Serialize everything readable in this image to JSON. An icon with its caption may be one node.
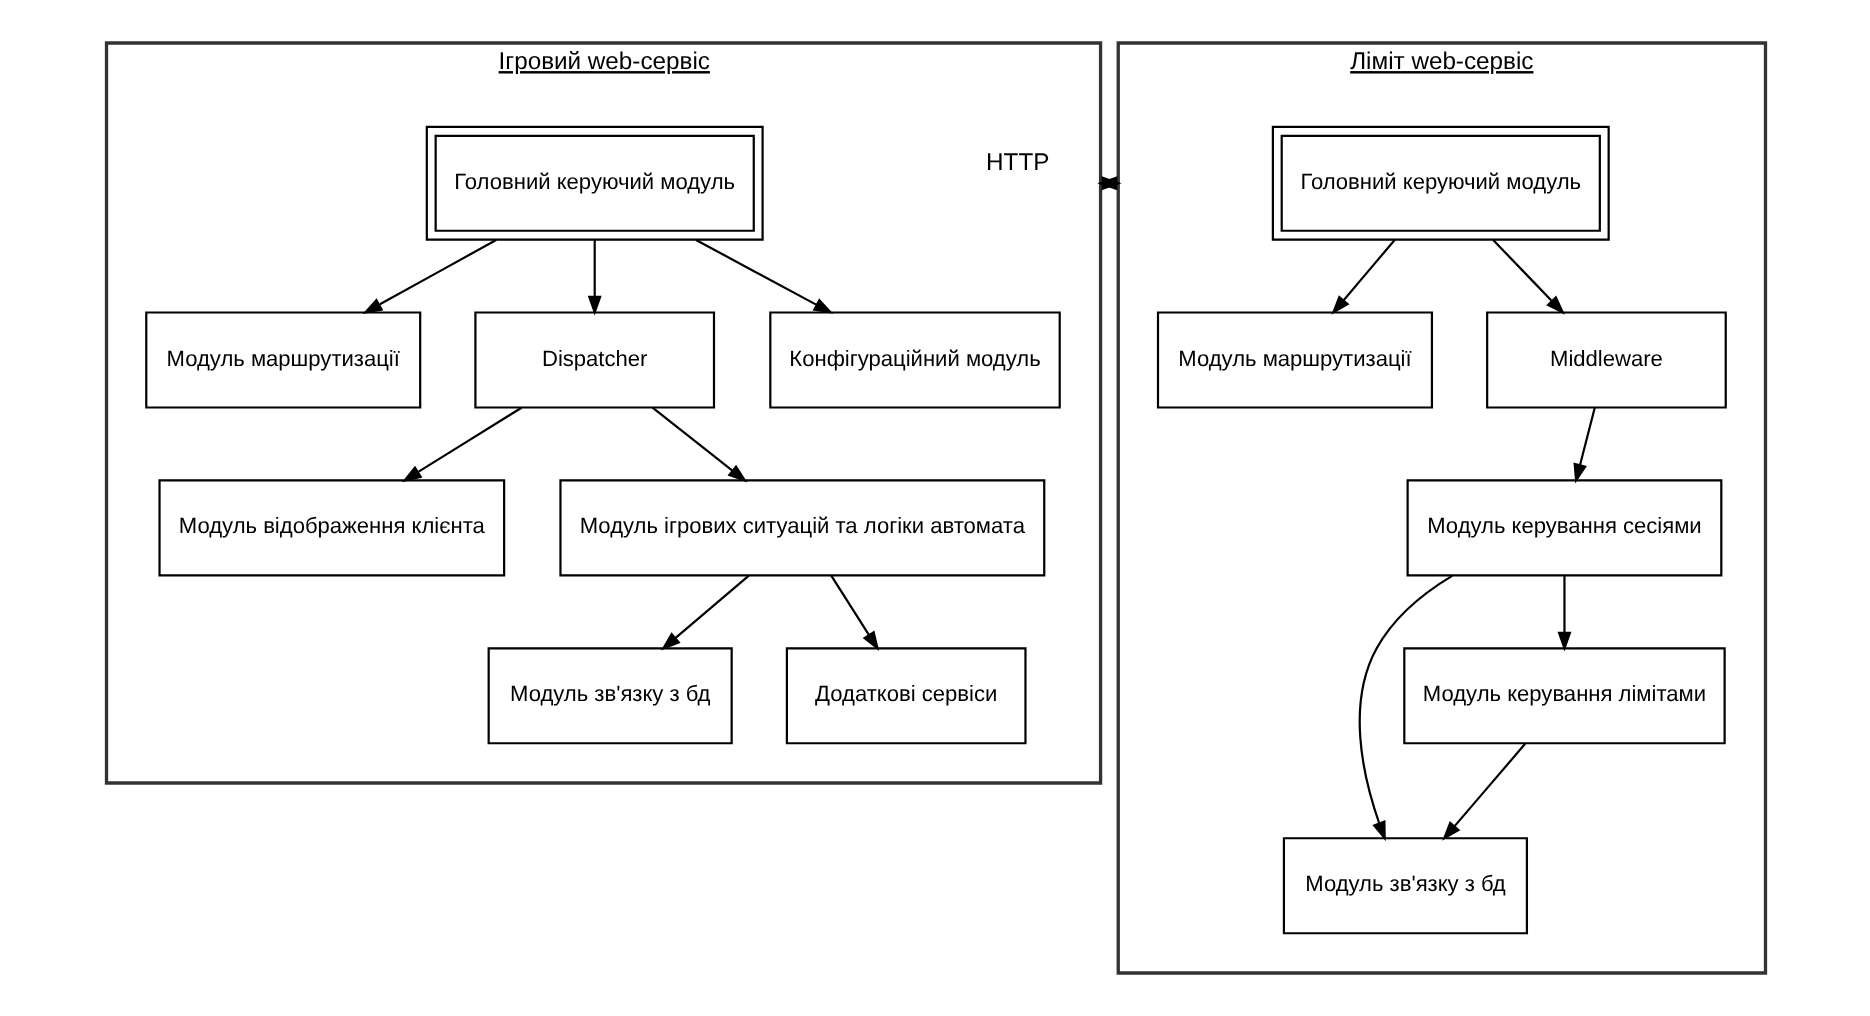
{
  "diagram": {
    "nodes": [
      {
        "text": [
          "Ігровий web-сервіс"
        ]
      },
      {
        "text": [
          "Головний керуючий модуль"
        ],
        "in": 0
      },
      {
        "text": [
          "Модуль маршрутизації"
        ],
        "in": 0
      },
      {
        "text": [
          "Dispatcher"
        ],
        "in": 0
      },
      {
        "text": [
          "Конфігураційний модуль"
        ],
        "in": 0
      },
      {
        "text": [
          "Модуль відображення клієнта"
        ],
        "in": 0
      },
      {
        "text": [
          "Модуль ігрових ситуацій та логіки автомата"
        ],
        "in": 0
      },
      {
        "text": [
          "Модуль зв'язку з бд"
        ],
        "in": 0
      },
      {
        "text": [
          "Додаткові сервіси"
        ],
        "in": 0
      },
      {
        "text": [
          "Ліміт web-сервіс"
        ]
      },
      {
        "text": [
          "Головний керуючий модуль"
        ],
        "in": 9
      },
      {
        "text": [
          "Модуль маршрутизації"
        ],
        "in": 9
      },
      {
        "text": [
          "Middleware"
        ],
        "in": 9
      },
      {
        "text": [
          "Модуль керування сесіями"
        ],
        "in": 9
      },
      {
        "text": [
          "Модуль зв'язку з бд"
        ],
        "in": 9
      },
      {
        "text": [
          "Модуль керування лімітами"
        ],
        "in": 9
      }
    ],
    "edges": [
      {
        "from": 1,
        "to": 2,
        "arrow": "to"
      },
      {
        "from": 1,
        "to": 3,
        "arrow": "to"
      },
      {
        "from": 1,
        "to": 4,
        "arrow": "to"
      },
      {
        "from": 3,
        "to": 5,
        "arrow": "to"
      },
      {
        "from": 3,
        "to": 6,
        "arrow": "to"
      },
      {
        "from": 6,
        "to": 7,
        "arrow": "to"
      },
      {
        "from": 6,
        "to": 8,
        "arrow": "to"
      },
      {
        "from": 0,
        "to": 9,
        "arrow": "to",
        "label": "HTTP"
      },
      {
        "from": 9,
        "to": 0,
        "arrow": "to"
      },
      {
        "from": 10,
        "to": 11,
        "arrow": "to"
      },
      {
        "from": 10,
        "to": 12,
        "arrow": "to"
      },
      {
        "from": 12,
        "to": 13,
        "arrow": "to"
      },
      {
        "from": 13,
        "to": 15,
        "arrow": "to"
      },
      {
        "from": 13,
        "to": 14,
        "arrow": "to"
      },
      {
        "from": 15,
        "to": 14,
        "arrow": "to"
      }
    ]
  }
}
